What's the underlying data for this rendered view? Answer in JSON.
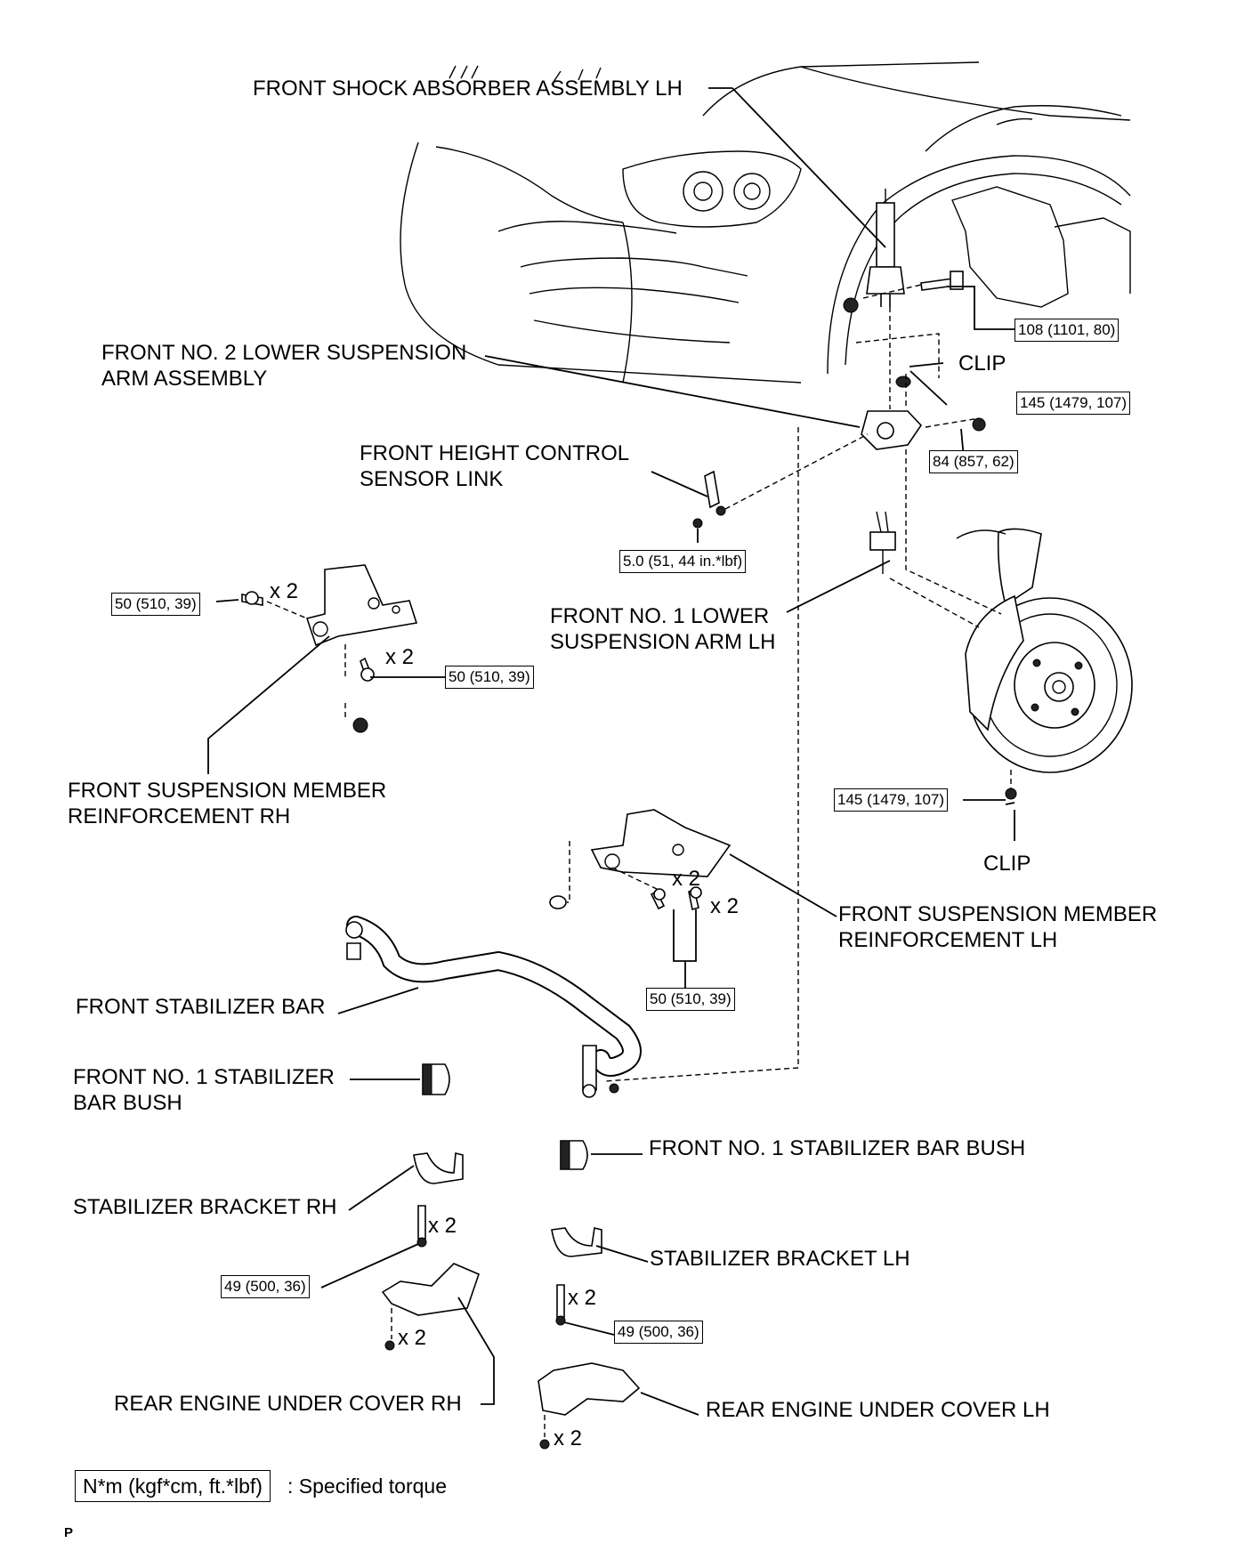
{
  "labels": {
    "shock_absorber": "FRONT SHOCK ABSORBER ASSEMBLY LH",
    "no2_lower_arm_1": "FRONT NO. 2 LOWER SUSPENSION",
    "no2_lower_arm_2": "ARM ASSEMBLY",
    "clip_upper": "CLIP",
    "height_sensor_1": "FRONT HEIGHT CONTROL",
    "height_sensor_2": "SENSOR LINK",
    "no1_lower_arm_1": "FRONT NO. 1 LOWER",
    "no1_lower_arm_2": "SUSPENSION ARM LH",
    "member_reinf_rh_1": "FRONT SUSPENSION MEMBER",
    "member_reinf_rh_2": "REINFORCEMENT RH",
    "clip_lower": "CLIP",
    "member_reinf_lh_1": "FRONT SUSPENSION MEMBER",
    "member_reinf_lh_2": "REINFORCEMENT LH",
    "stabilizer_bar": "FRONT STABILIZER BAR",
    "bush_left_1": "FRONT NO. 1 STABILIZER",
    "bush_left_2": "BAR BUSH",
    "bush_right": "FRONT NO. 1 STABILIZER BAR BUSH",
    "bracket_rh": "STABILIZER BRACKET RH",
    "bracket_lh": "STABILIZER BRACKET LH",
    "under_cover_rh": "REAR ENGINE UNDER COVER RH",
    "under_cover_lh": "REAR ENGINE UNDER COVER LH"
  },
  "torques": {
    "shock_bolt": "108 (1101, 80)",
    "ball_joint_nut_upper": "145 (1479, 107)",
    "arm_nut": "84 (857, 62)",
    "sensor_link_nut": "5.0 (51, 44 in.*lbf)",
    "reinf_rh_bolt_a": "50 (510, 39)",
    "reinf_rh_bolt_b": "50 (510, 39)",
    "ball_joint_nut_lower": "145 (1479, 107)",
    "reinf_lh_bolts": "50 (510, 39)",
    "bracket_rh_bolts": "49 (500, 36)",
    "bracket_lh_bolts": "49 (500, 36)"
  },
  "quantities": {
    "reinf_rh_a": "x 2",
    "reinf_rh_b": "x 2",
    "reinf_lh_a": "x 2",
    "reinf_lh_b": "x 2",
    "bracket_rh": "x 2",
    "bracket_lh": "x 2",
    "cover_rh": "x 2",
    "cover_lh": "x 2"
  },
  "legend": {
    "unit_box": "N*m (kgf*cm, ft.*lbf)",
    "text": ": Specified torque"
  },
  "page_mark": "P"
}
